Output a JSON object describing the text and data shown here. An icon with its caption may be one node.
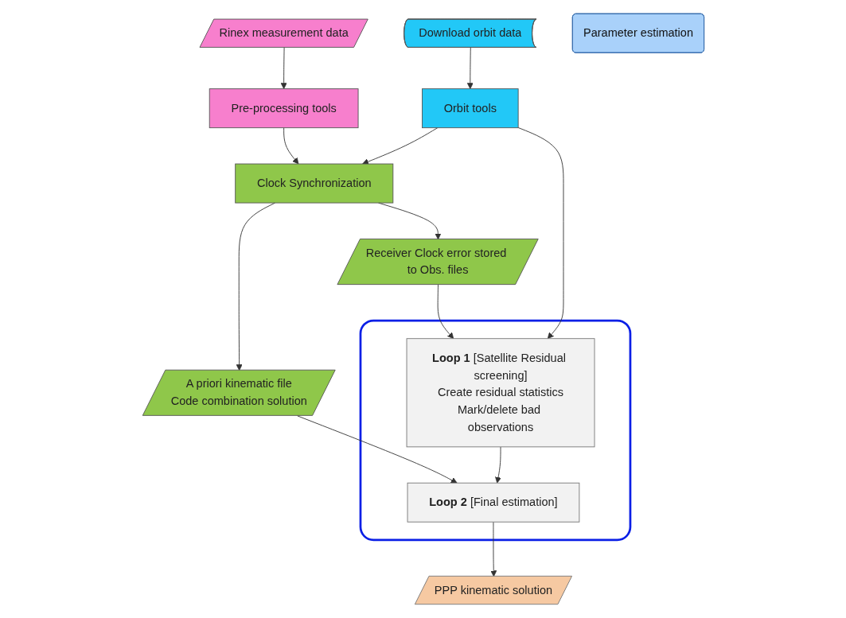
{
  "diagram": {
    "nodes": [
      {
        "text": [
          "Rinex measurement data"
        ]
      },
      {
        "text": [
          "Download orbit data"
        ]
      },
      {
        "text": [
          "Pre-processing tools"
        ]
      },
      {
        "text": [
          "Orbit tools"
        ]
      },
      {
        "text": [
          "Clock Synchronization"
        ]
      },
      {
        "text": [
          "A priori kinematic file",
          "Code combination solution"
        ]
      },
      {
        "text": [
          "Receiver Clock error stored to Obs. files"
        ]
      },
      {
        "text": [],
        "shape": "box"
      },
      {
        "text": [
          "**Loop 1** [Satellite Residual screening]",
          "Create residual statistics",
          "Mark/delete bad observations"
        ],
        "in": 7
      },
      {
        "text": [
          "**Loop 2** [Final estimation]"
        ],
        "in": 7
      },
      {
        "text": [
          "PPP kinematic solution"
        ]
      },
      {
        "text": [
          "Parameter estimation"
        ]
      }
    ],
    "edges": [
      {
        "from": 0,
        "to": 2,
        "arrow": "to"
      },
      {
        "from": 1,
        "to": 3,
        "arrow": "to"
      },
      {
        "from": 2,
        "to": 4,
        "arrow": "to"
      },
      {
        "from": 3,
        "to": 4,
        "arrow": "to"
      },
      {
        "from": 3,
        "to": 8,
        "arrow": "to"
      },
      {
        "from": 4,
        "to": 5,
        "arrow": "to"
      },
      {
        "from": 4,
        "to": 6,
        "arrow": "to"
      },
      {
        "from": 6,
        "to": 8,
        "arrow": "to"
      },
      {
        "from": 5,
        "to": 9,
        "arrow": "to"
      },
      {
        "from": 8,
        "to": 9,
        "arrow": "to"
      },
      {
        "from": 9,
        "to": 10,
        "arrow": "to"
      }
    ]
  }
}
